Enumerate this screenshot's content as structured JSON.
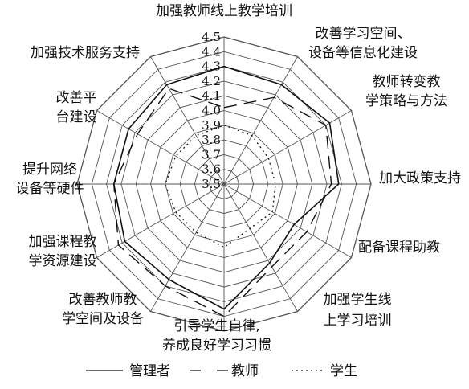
{
  "chart_data": {
    "type": "radar",
    "title": "",
    "range": [
      3.5,
      4.5
    ],
    "ticks": [
      "3.5",
      "3.6",
      "3.7",
      "3.8",
      "3.9",
      "4.0",
      "4.1",
      "4.2",
      "4.3",
      "4.4",
      "4.5"
    ],
    "axes": [
      [
        "加强教师线上教学培训"
      ],
      [
        "改善学习空间、",
        "设备等信息化建设"
      ],
      [
        "教师转变教",
        "学策略与方法"
      ],
      [
        "加大政策支持"
      ],
      [
        "配备课程助教"
      ],
      [
        "加强学生线",
        "上学习培训"
      ],
      [
        "引导学生自律,",
        "养成良好学习习惯"
      ],
      [
        "改善教师教",
        "学空间及设备"
      ],
      [
        "加强课程教",
        "学资源建设"
      ],
      [
        "提升网络",
        "设备等硬件"
      ],
      [
        "改善平",
        "台建设"
      ],
      [
        "加强技术服务支持"
      ]
    ],
    "series": [
      {
        "name": "管理者",
        "style": "solid",
        "values": [
          4.3,
          4.28,
          4.33,
          4.28,
          4.05,
          4.12,
          4.35,
          4.25,
          4.28,
          4.25,
          4.25,
          4.28
        ]
      },
      {
        "name": "教师",
        "style": "dashed",
        "values": [
          4.02,
          4.18,
          4.3,
          4.23,
          4.15,
          4.15,
          4.4,
          4.3,
          4.33,
          4.25,
          4.18,
          4.25
        ]
      },
      {
        "name": "学生",
        "style": "dotted",
        "values": [
          3.9,
          3.88,
          3.85,
          3.85,
          3.88,
          3.85,
          3.93,
          3.88,
          3.88,
          3.9,
          3.88,
          3.88
        ]
      }
    ],
    "legend_position": "bottom",
    "grid": true
  }
}
